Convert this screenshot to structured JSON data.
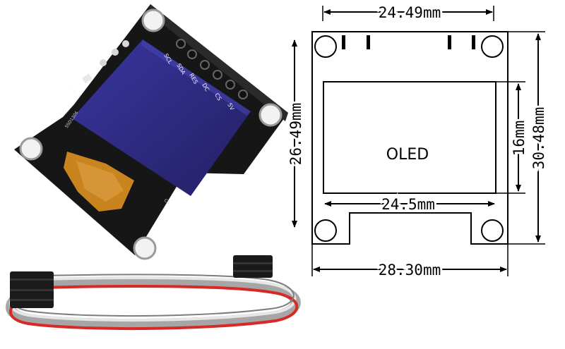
{
  "module_photo": {
    "pin_labels": [
      "SCL",
      "SDA",
      "RES",
      "DC",
      "CS",
      "5V"
    ],
    "board_marks": [
      "J",
      "SSD1306",
      "CS"
    ]
  },
  "dimension_drawing": {
    "top_width": "24.49mm",
    "left_height": "26.49mm",
    "right_height": "30.48mm",
    "screen_height": "16mm",
    "screen_width": "24.5mm",
    "bottom_width": "28.30mm",
    "screen_label": "OLED"
  },
  "colors": {
    "pcb": "#161616",
    "screen": "#2b2776",
    "flex_cable": "#c9841f",
    "wire_red": "#d62a26",
    "wire_gray": "#a6a6a6",
    "line": "#000000"
  },
  "icons": [
    "mounting-hole-icon",
    "header-pin-icon",
    "dupont-connector-icon"
  ]
}
